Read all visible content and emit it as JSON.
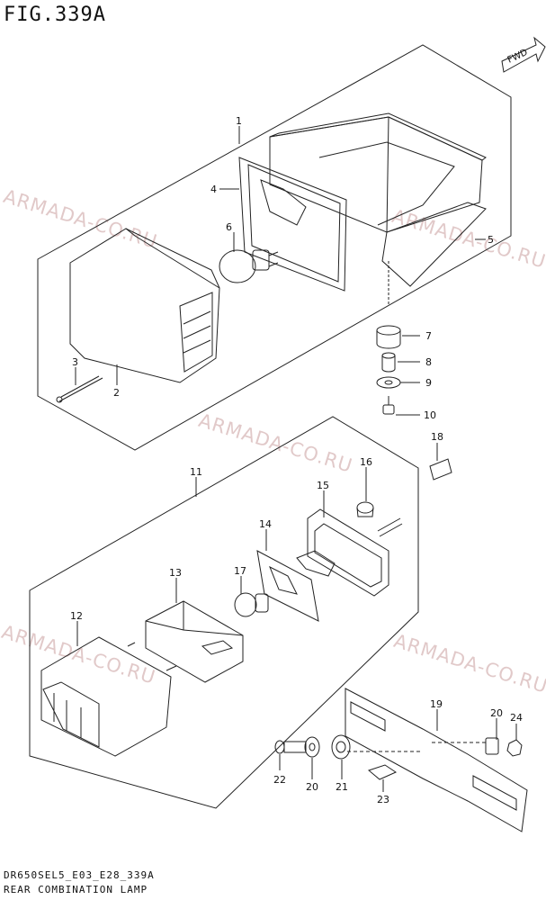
{
  "figure": {
    "title": "FIG.339A"
  },
  "direction_badge": {
    "label": "FWD"
  },
  "watermark": "ARMADA-CO.RU",
  "footer": {
    "code": "DR650SEL5_E03_E28_339A",
    "caption": "REAR COMBINATION LAMP"
  },
  "callouts": [
    "1",
    "2",
    "3",
    "4",
    "5",
    "6",
    "7",
    "8",
    "9",
    "10",
    "11",
    "12",
    "13",
    "14",
    "15",
    "16",
    "17",
    "18",
    "19",
    "20",
    "20",
    "21",
    "22",
    "23",
    "24"
  ]
}
